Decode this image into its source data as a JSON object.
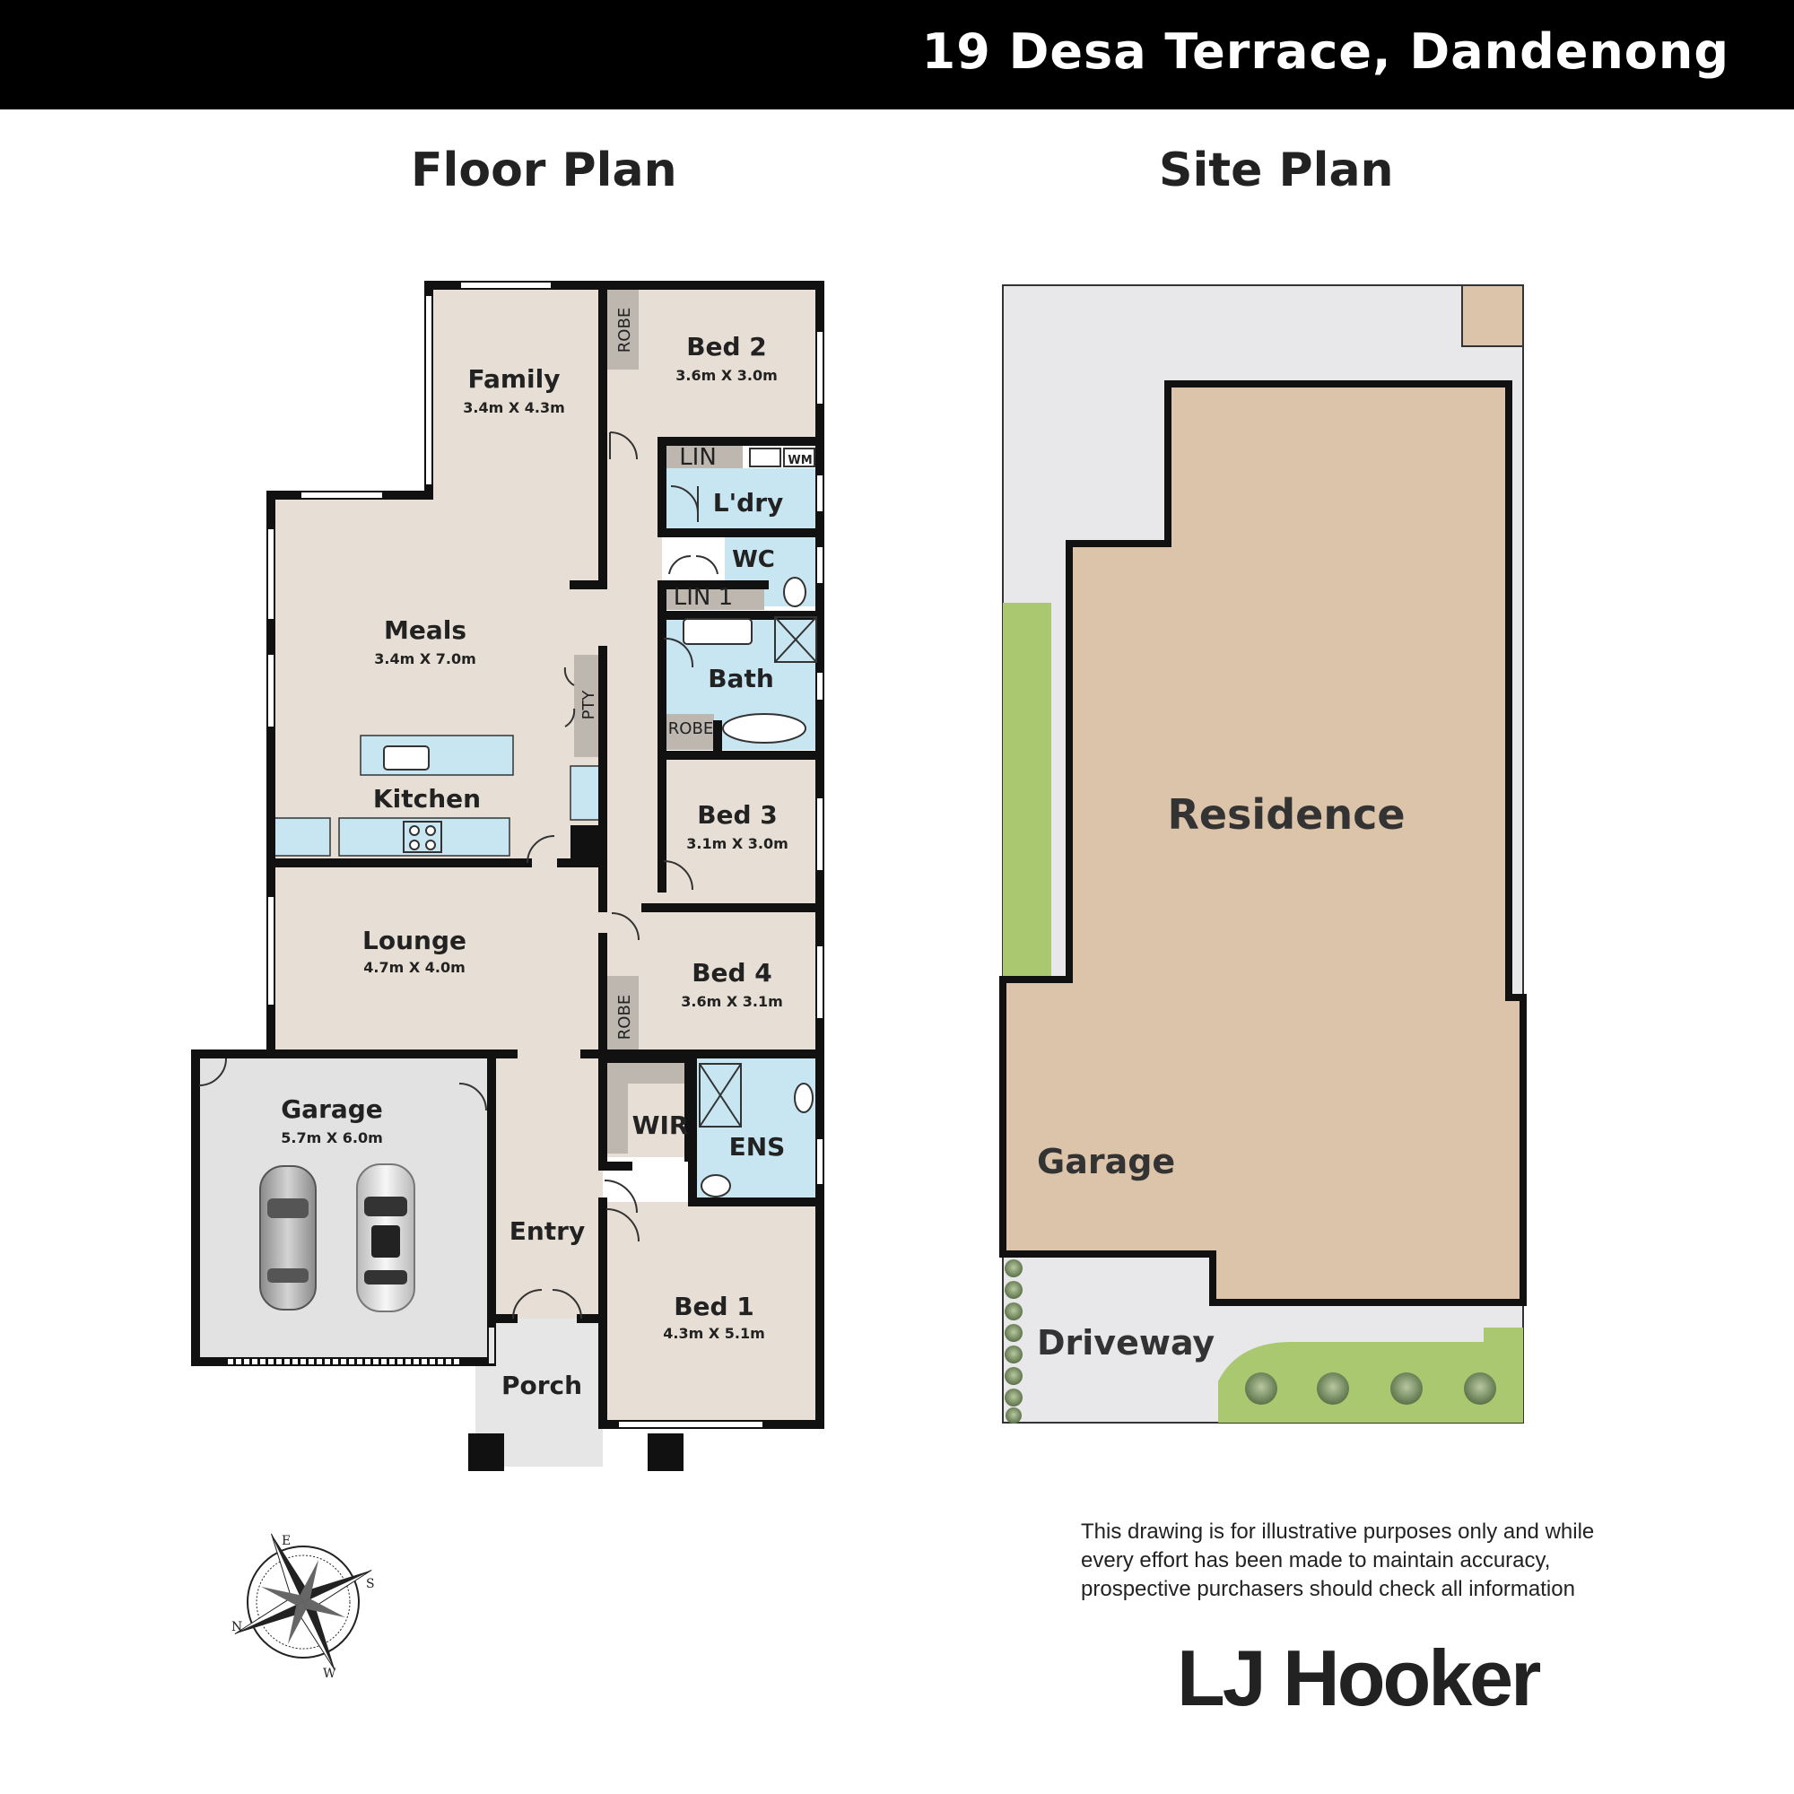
{
  "header": {
    "title": "19 Desa Terrace, Dandenong"
  },
  "sections": {
    "floor_plan": "Floor Plan",
    "site_plan": "Site Plan"
  },
  "rooms": {
    "family": {
      "name": "Family",
      "dims": "3.4m X 4.3m"
    },
    "bed2": {
      "name": "Bed 2",
      "dims": "3.6m X 3.0m"
    },
    "meals": {
      "name": "Meals",
      "dims": "3.4m X 7.0m"
    },
    "kitchen": {
      "name": "Kitchen"
    },
    "bed3": {
      "name": "Bed 3",
      "dims": "3.1m X 3.0m"
    },
    "lounge": {
      "name": "Lounge",
      "dims": "4.7m X 4.0m"
    },
    "bed4": {
      "name": "Bed 4",
      "dims": "3.6m X 3.1m"
    },
    "garage": {
      "name": "Garage",
      "dims": "5.7m X 6.0m"
    },
    "bed1": {
      "name": "Bed 1",
      "dims": "4.3m X 5.1m"
    },
    "entry": {
      "name": "Entry"
    },
    "porch": {
      "name": "Porch"
    },
    "wir": {
      "name": "WIR"
    },
    "ens": {
      "name": "ENS"
    },
    "ldry": {
      "name": "L'dry"
    },
    "wc": {
      "name": "WC"
    },
    "bath": {
      "name": "Bath"
    },
    "lin": "LIN",
    "lin1": "LIN 1",
    "wm": "WM",
    "robe": "ROBE",
    "pty": "PTY"
  },
  "compass": {
    "n": "N",
    "e": "E",
    "s": "S",
    "w": "W"
  },
  "site": {
    "residence": "Residence",
    "garage": "Garage",
    "driveway": "Driveway"
  },
  "disclaimer": [
    "This drawing is for illustrative purposes only and while",
    "every effort has been made to maintain accuracy,",
    "prospective purchasers should check all information"
  ],
  "logo": {
    "text": "LJ Hooker"
  },
  "colors": {
    "floor": "#e7dfd5",
    "wet": "#c8e6f2",
    "robe": "#bdb7b0",
    "garage_floor": "#e2e2e2",
    "porch_floor": "#e6e6e6",
    "residence": "#dcc4aa",
    "lawn": "#a9c870",
    "paving": "#e8e8ea",
    "wall": "#111111"
  }
}
